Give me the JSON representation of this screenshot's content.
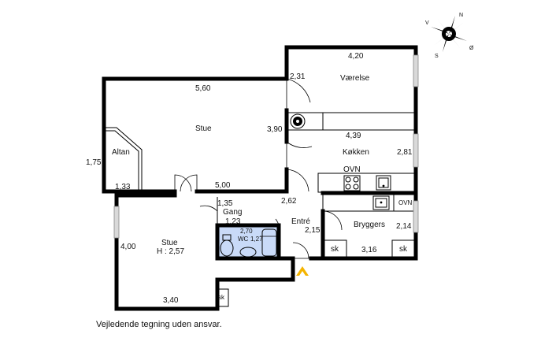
{
  "compass": {
    "n": "N",
    "s": "S",
    "v": "V",
    "o": "Ø"
  },
  "rooms": {
    "vaerelse": {
      "name": "Værelse",
      "width": "4,20",
      "depth": "2,31"
    },
    "stue_top": {
      "name": "Stue",
      "width": "5,60",
      "depth": "3,90",
      "bottom_width": "5,00"
    },
    "altan": {
      "name": "Altan",
      "depth": "1,75",
      "width": "1,33"
    },
    "koekken": {
      "name": "Køkken",
      "width": "4,39",
      "depth": "2,81",
      "appliance": "OVN"
    },
    "gang": {
      "name": "Gang",
      "width": "1,35",
      "depth": "1,23"
    },
    "entre": {
      "name": "Entré",
      "width": "2,62",
      "depth": "2,15"
    },
    "bryggers": {
      "name": "Bryggers",
      "depth": "2,14",
      "width": "3,16",
      "appliance": "OVN"
    },
    "wc": {
      "name": "WC",
      "dim_a": "2,70",
      "dim_b": "1,27"
    },
    "stue_bottom": {
      "name": "Stue",
      "height": "H : 2,57",
      "depth": "4,00",
      "width": "3,40"
    }
  },
  "cabinet_label": "sk",
  "colors": {
    "wall": "#000000",
    "wc_fill": "#c9daf8",
    "window": "#d9d9d9",
    "entrance_arrow": "#f4b400"
  },
  "disclaimer": "Vejledende tegning uden ansvar."
}
